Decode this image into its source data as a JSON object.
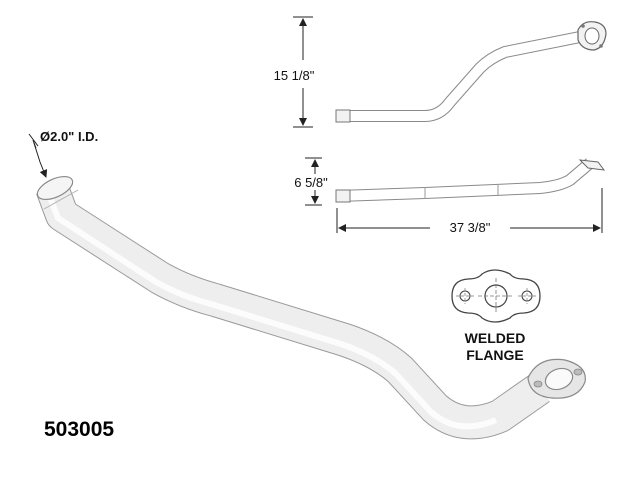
{
  "part_number": "503005",
  "diameter_label": "Ø2.0\" I.D.",
  "dimensions": {
    "height_top": "15 1/8\"",
    "height_side": "6 5/8\"",
    "length": "37 3/8\""
  },
  "flange_label": {
    "line1": "WELDED",
    "line2": "FLANGE"
  },
  "colors": {
    "pipe_fill": "#eeeeee",
    "pipe_edge": "#9a9a9a",
    "line": "#333333"
  }
}
